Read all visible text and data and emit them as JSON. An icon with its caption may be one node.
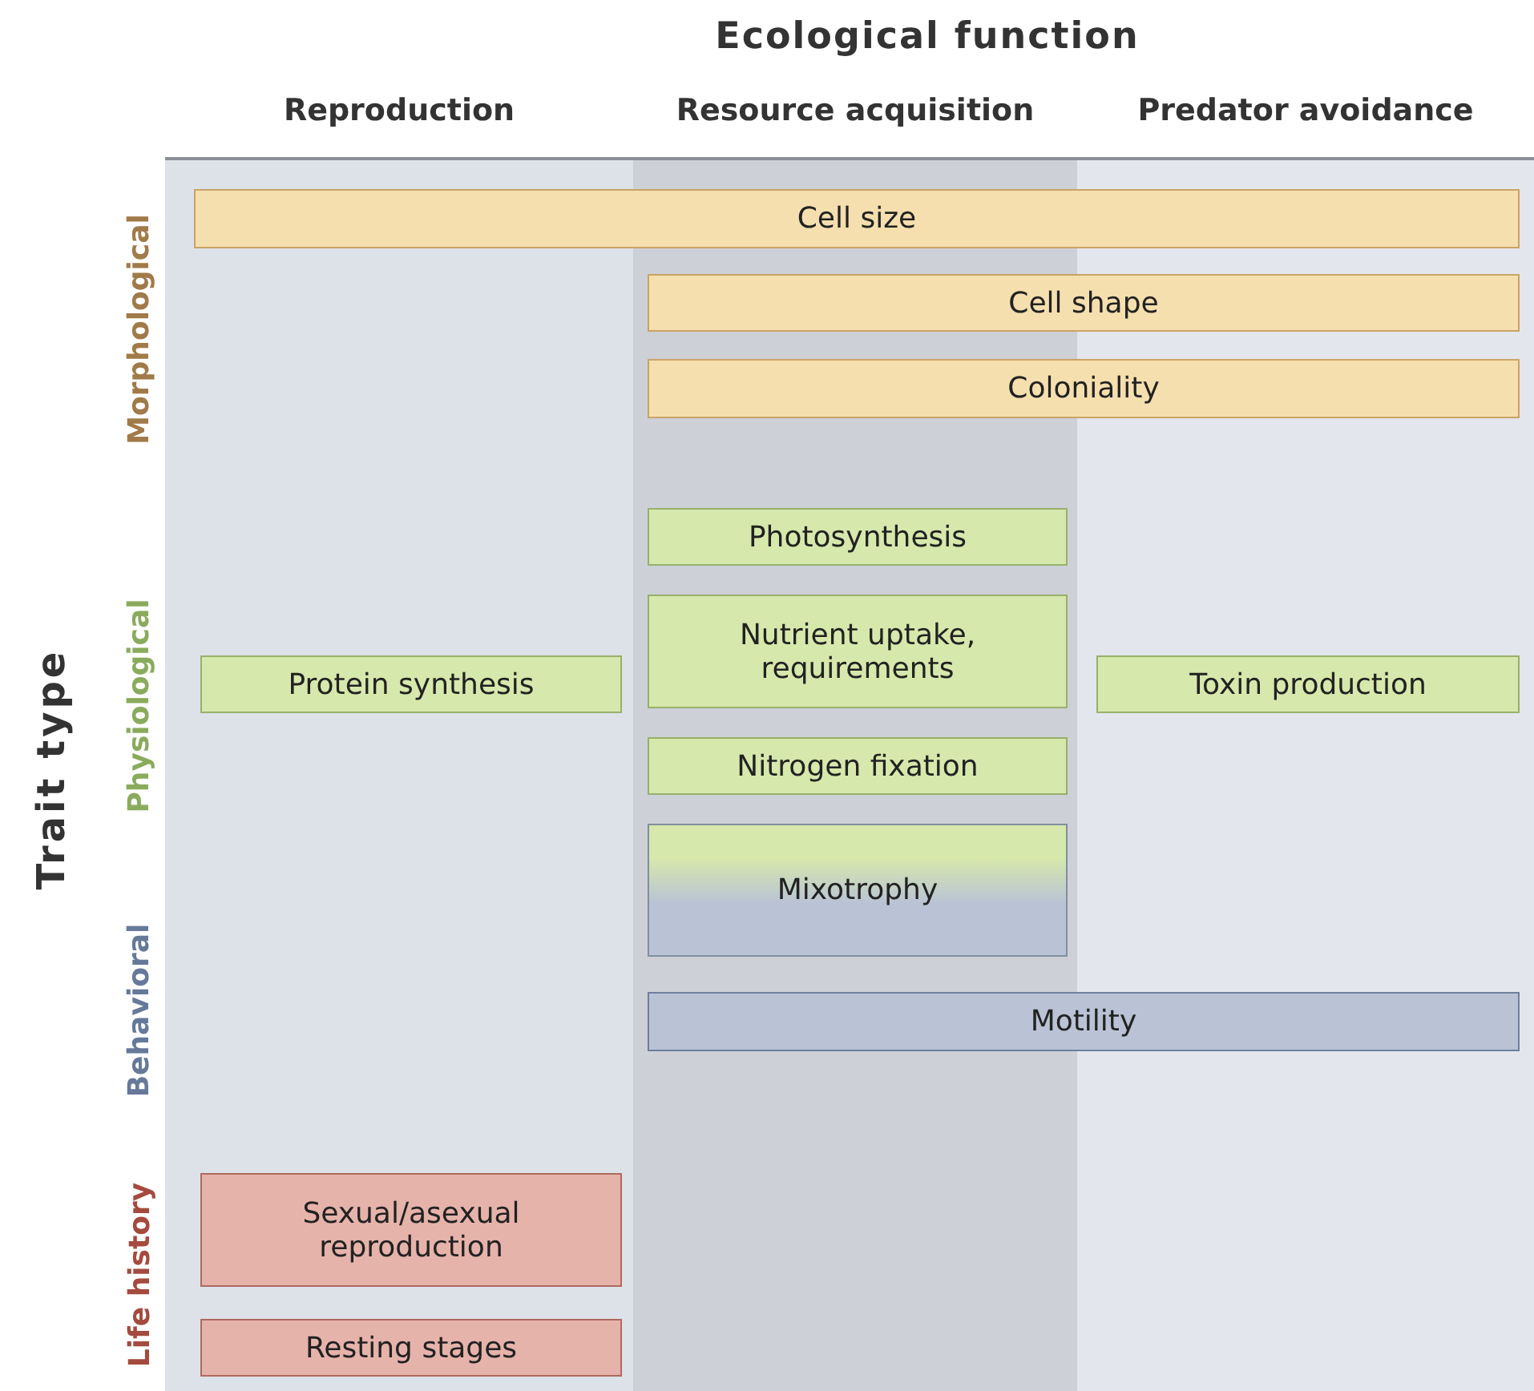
{
  "diagram": {
    "title": "Ecological function",
    "nodes": [
      {
        "text": [
          "Reproduction"
        ]
      },
      {
        "text": [
          "Resource acquisition"
        ]
      },
      {
        "text": [
          "Predator avoidance"
        ]
      },
      {
        "text": [
          "Cell size"
        ]
      },
      {
        "text": [
          "Cell shape"
        ]
      },
      {
        "text": [
          "Coloniality"
        ]
      },
      {
        "text": [
          "Photosynthesis"
        ],
        "in": 1
      },
      {
        "text": [
          "Nutrient uptake, requirements"
        ],
        "in": 1
      },
      {
        "text": [
          "Protein synthesis"
        ],
        "in": 0
      },
      {
        "text": [
          "Toxin production"
        ],
        "in": 2
      },
      {
        "text": [
          "Nitrogen fixation"
        ],
        "in": 1
      },
      {
        "text": [
          "Mixotrophy"
        ],
        "in": 1
      },
      {
        "text": [
          "Motility"
        ]
      },
      {
        "text": [
          "Sexual/asexual reproduction"
        ],
        "in": 0
      },
      {
        "text": [
          "Resting stages"
        ],
        "in": 0
      }
    ],
    "labels": [
      "Trait type",
      "Morphological",
      "Physiological",
      "Behavioral",
      "Life history"
    ]
  }
}
